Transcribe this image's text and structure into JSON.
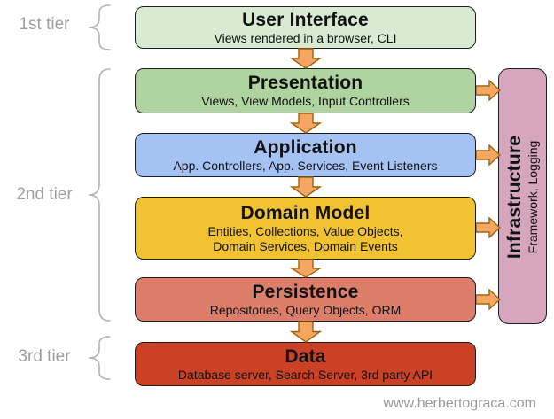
{
  "tiers": [
    {
      "label": "1st tier"
    },
    {
      "label": "2nd tier"
    },
    {
      "label": "3rd tier"
    }
  ],
  "layers": [
    {
      "title": "User Interface",
      "subtitle_lines": [
        "Views rendered in a browser, CLI"
      ],
      "color": "#d9ead3"
    },
    {
      "title": "Presentation",
      "subtitle_lines": [
        "Views, View Models, Input Controllers"
      ],
      "color": "#b0d4a0"
    },
    {
      "title": "Application",
      "subtitle_lines": [
        "App. Controllers, App. Services, Event Listeners"
      ],
      "color": "#a4c2f4"
    },
    {
      "title": "Domain Model",
      "subtitle_lines": [
        "Entities, Collections, Value Objects,",
        "Domain Services, Domain Events"
      ],
      "color": "#f1c232"
    },
    {
      "title": "Persistence",
      "subtitle_lines": [
        "Repositories, Query Objects, ORM"
      ],
      "color": "#dd7e6b"
    },
    {
      "title": "Data",
      "subtitle_lines": [
        "Database server, Search Server, 3rd party API"
      ],
      "color": "#cc4125"
    }
  ],
  "infrastructure": {
    "title": "Infrastructure",
    "subtitle": "Framework, Logging",
    "color": "#d5a6bd"
  },
  "watermark": "www.herbertograca.com",
  "colors": {
    "arrow_fill": "#f5a761",
    "arrow_stroke": "#9c6210",
    "box_border": "#1c1c1c",
    "tier_label": "#9e9e9e",
    "brace": "#b3b3b3",
    "watermark": "#9a9a9a",
    "background": "#ffffff"
  }
}
